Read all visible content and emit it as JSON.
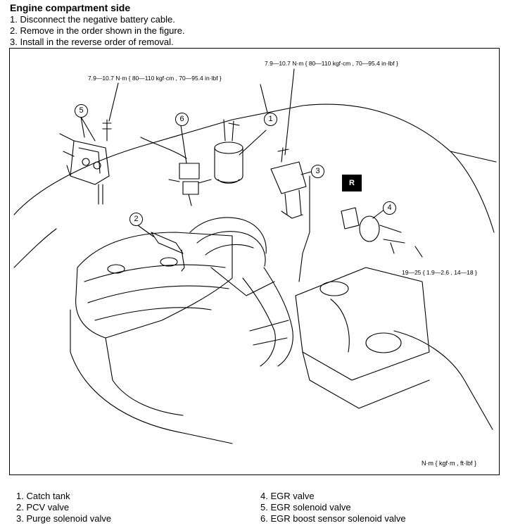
{
  "heading": "Engine compartment side",
  "steps": [
    "1. Disconnect the negative battery cable.",
    "2. Remove in the order shown in the figure.",
    "3. Install in the reverse order of removal."
  ],
  "torque_labels": {
    "left_bolt": "7.9—10.7 N·m { 80—110 kgf·cm , 70—95.4 in·lbf }",
    "right_bolt": "7.9—10.7 N·m { 80—110 kgf·cm , 70—95.4 in·lbf }",
    "egr_bolt": "19—25 { 1.9—2.6 , 14—18 }"
  },
  "unit_note": "N·m { kgf·m , ft·lbf }",
  "badge": "R",
  "callouts": [
    "1",
    "2",
    "3",
    "4",
    "5",
    "6"
  ],
  "legend": [
    "1. Catch tank",
    "2. PCV valve",
    "3. Purge solenoid valve",
    "4. EGR valve",
    "5. EGR solenoid valve",
    "6. EGR boost sensor solenoid valve"
  ]
}
